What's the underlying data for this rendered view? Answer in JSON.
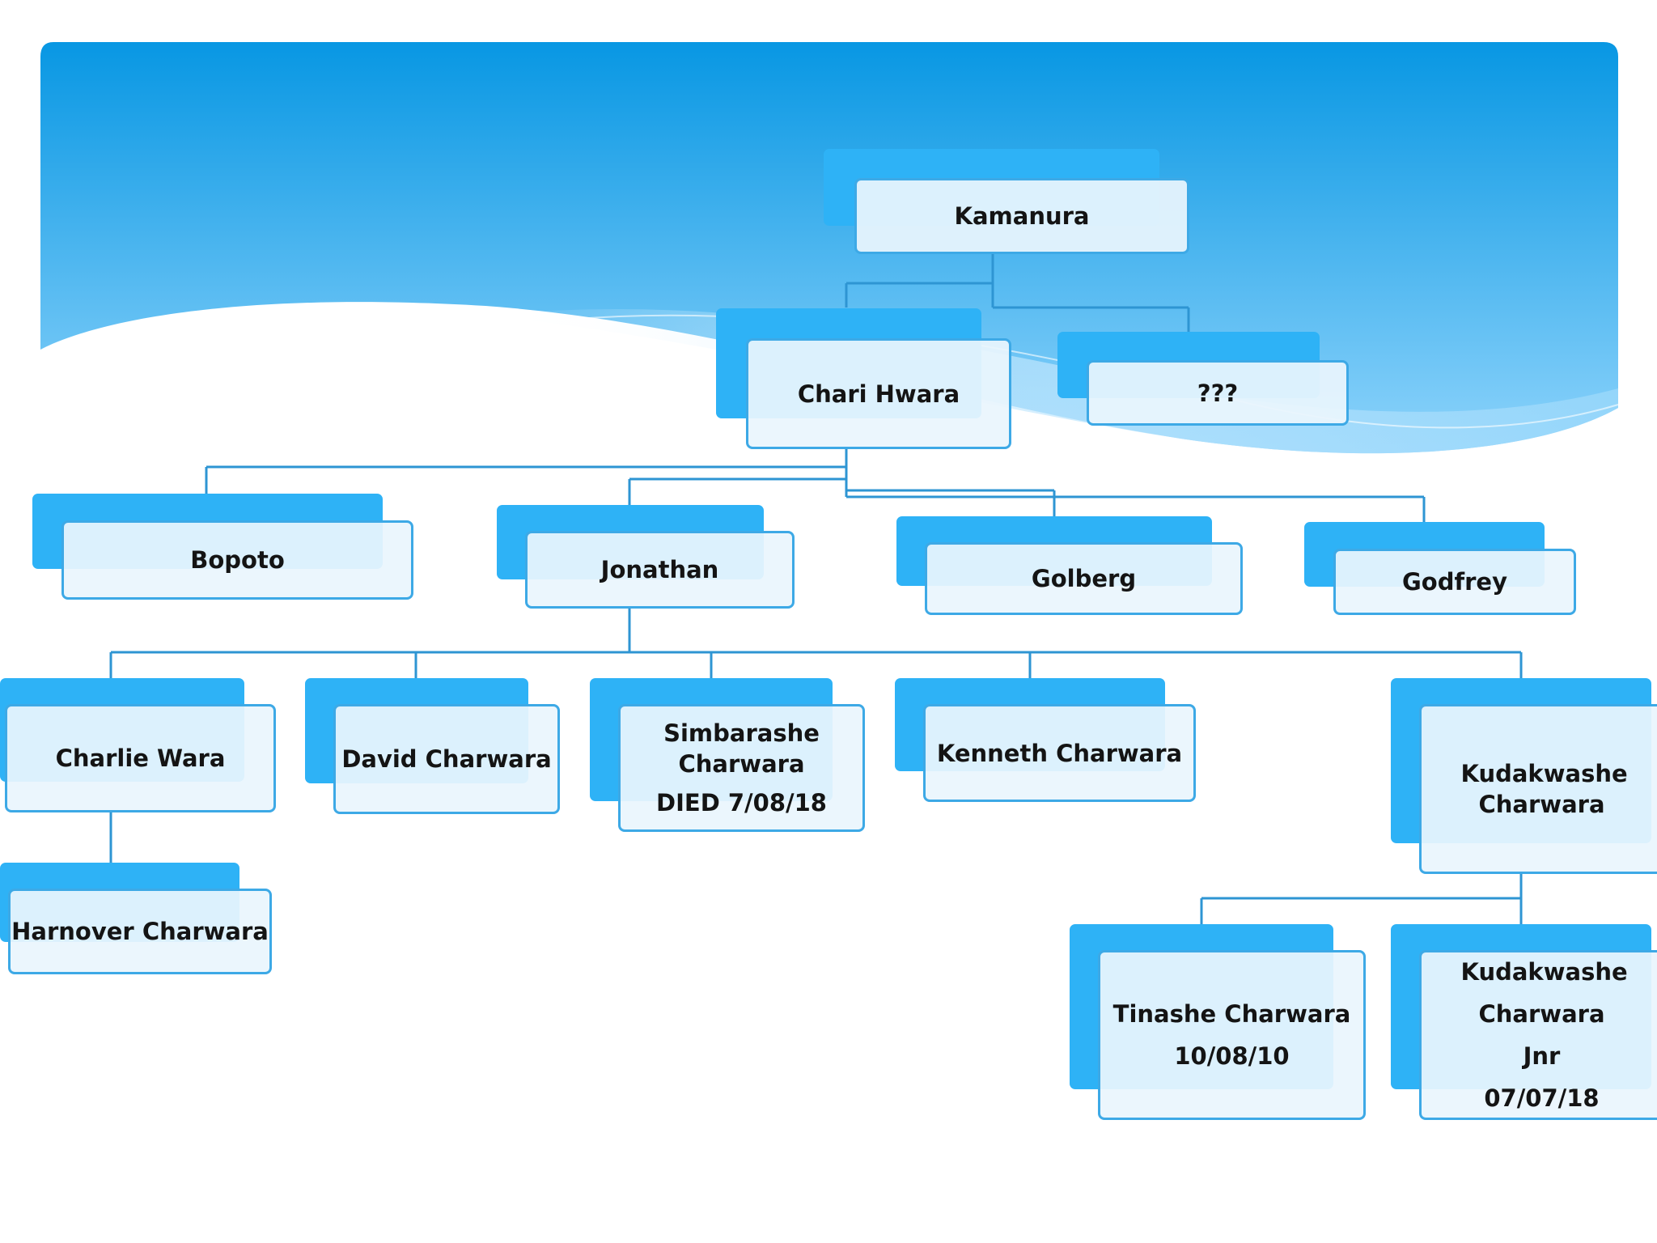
{
  "colors": {
    "banner_top": "#0897e3",
    "banner_bottom": "#8dd3fb",
    "node_back": "#2eb2f6",
    "node_front": "#e9f5fd",
    "node_border": "#3da9e6",
    "connector": "#2e95d3"
  },
  "tree": {
    "kamanura": {
      "label": "Kamanura"
    },
    "chari_hwara": {
      "label": "Chari Hwara"
    },
    "unknown": {
      "label": "???"
    },
    "bopoto": {
      "label": "Bopoto"
    },
    "jonathan": {
      "label": "Jonathan"
    },
    "golberg": {
      "label": "Golberg"
    },
    "godfrey": {
      "label": "Godfrey"
    },
    "charlie_wara": {
      "label": "Charlie Wara"
    },
    "david_charwara": {
      "label": "David Charwara"
    },
    "simbarashe": {
      "label": "Simbarashe Charwara",
      "note": "DIED 7/08/18"
    },
    "kenneth_charwara": {
      "label": "Kenneth Charwara"
    },
    "kudakwashe": {
      "label": "Kudakwashe Charwara"
    },
    "harnover_charwara": {
      "label": "Harnover Charwara"
    },
    "tinashe": {
      "label": "Tinashe Charwara",
      "note": "10/08/10"
    },
    "kudakwashe_jnr": {
      "label": "Kudakwashe Charwara Jnr",
      "note": "07/07/18"
    }
  }
}
